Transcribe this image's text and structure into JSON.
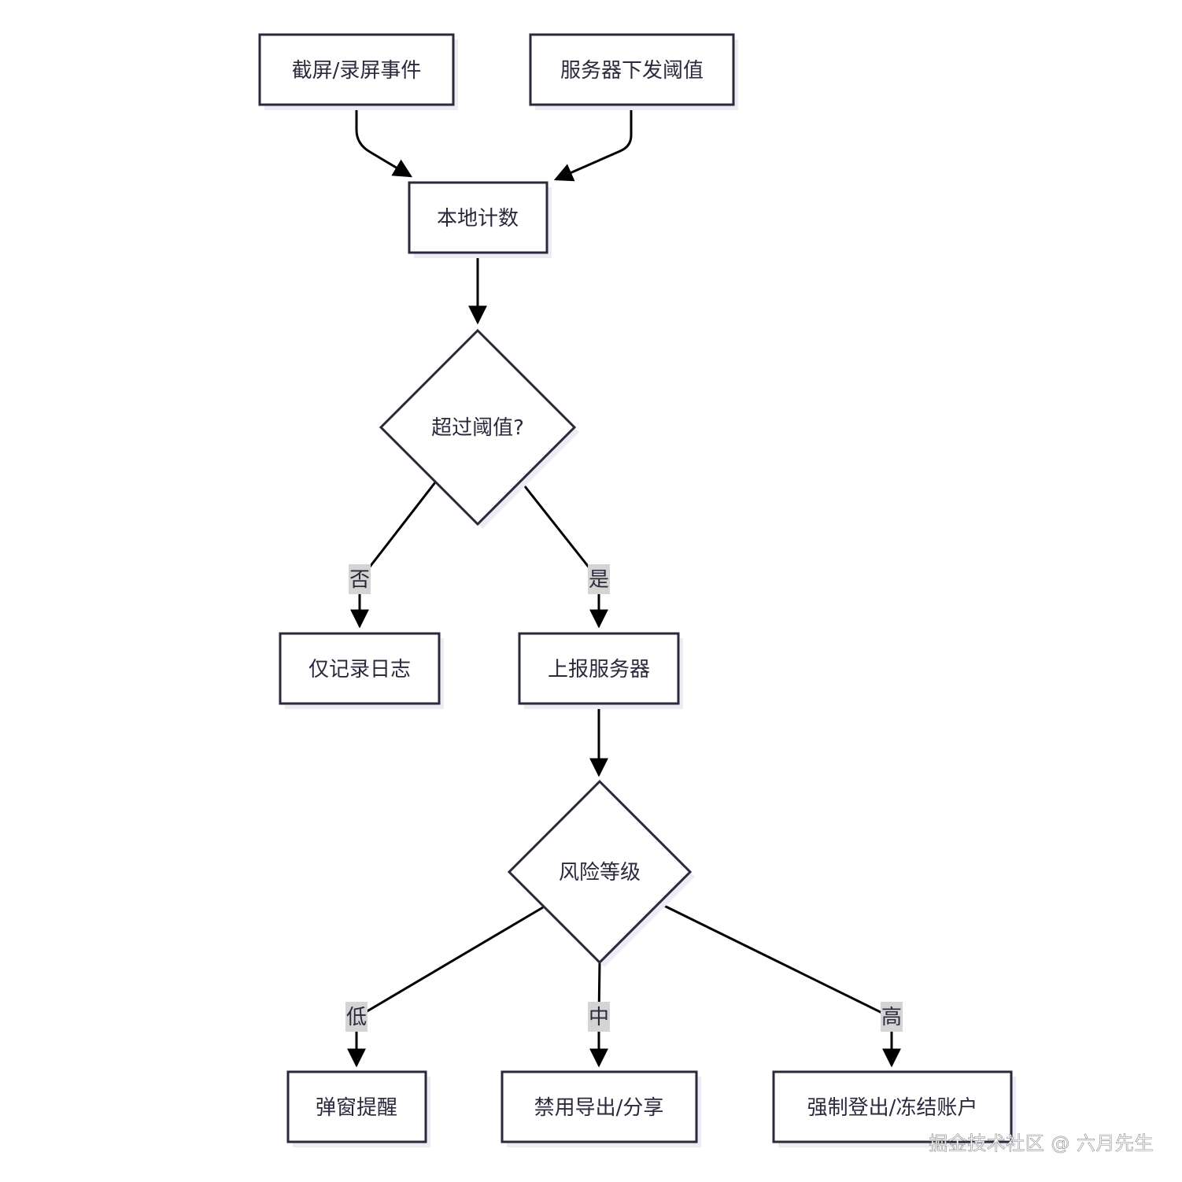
{
  "nodes": {
    "capture_event": "截屏/录屏事件",
    "server_threshold": "服务器下发阈值",
    "local_count": "本地计数",
    "exceed_threshold": "超过阈值?",
    "log_only": "仅记录日志",
    "report_server": "上报服务器",
    "risk_level": "风险等级",
    "popup_reminder": "弹窗提醒",
    "disable_export": "禁用导出/分享",
    "force_logout": "强制登出/冻结账户"
  },
  "edge_labels": {
    "no": "否",
    "yes": "是",
    "low": "低",
    "medium": "中",
    "high": "高"
  },
  "watermark": "掘金技术社区 @ 六月先生",
  "colors": {
    "node_border": "#2a2a3c",
    "node_fill": "#ffffff",
    "edge": "#000000",
    "edge_label_bg": "#d4d4d4"
  }
}
